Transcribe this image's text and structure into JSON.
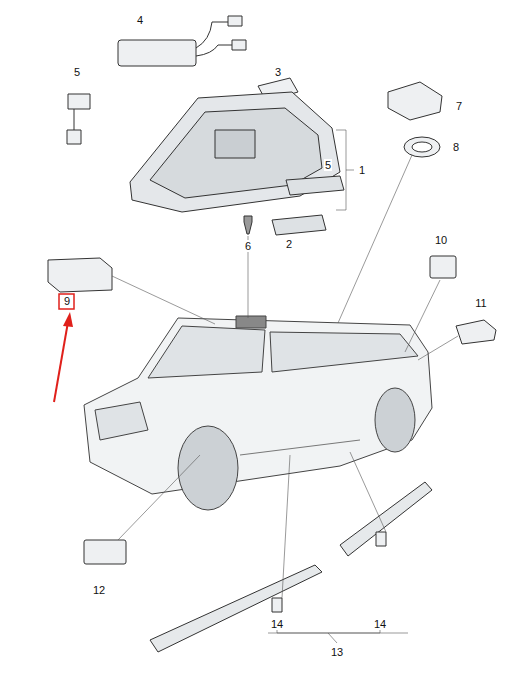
{
  "diagram": {
    "labels": [
      "4",
      "5",
      "3",
      "7",
      "5",
      "1",
      "8",
      "6",
      "2",
      "10",
      "9",
      "11",
      "12",
      "14",
      "14",
      "13"
    ]
  }
}
